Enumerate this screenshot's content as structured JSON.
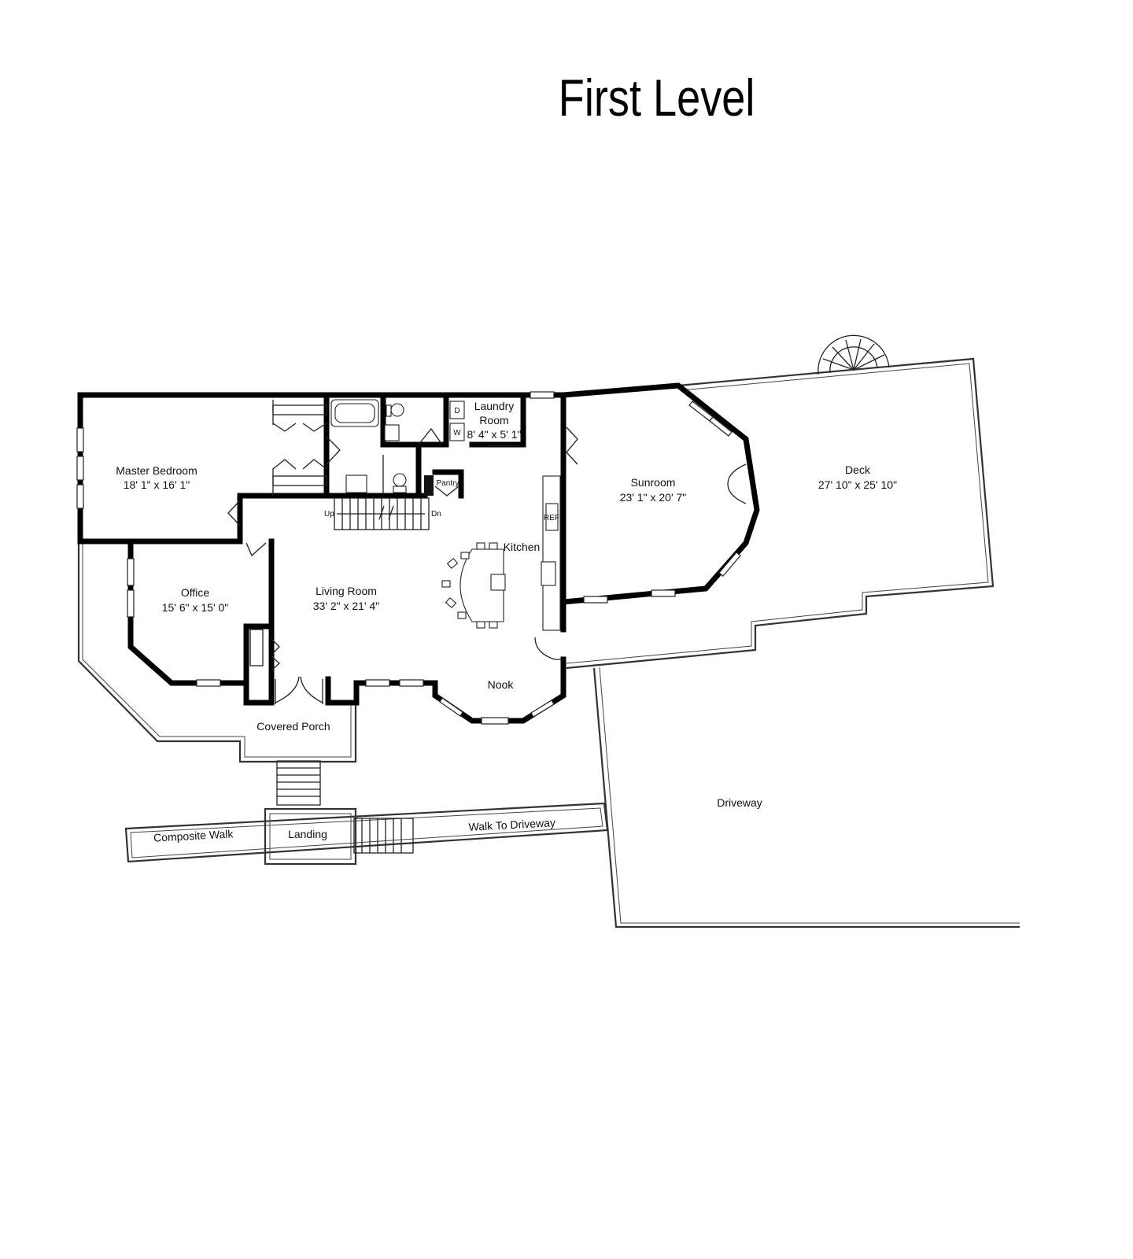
{
  "title": "First Level",
  "rooms": {
    "master_bedroom": {
      "name": "Master Bedroom",
      "dims": "18' 1\" x 16' 1\""
    },
    "office": {
      "name": "Office",
      "dims": "15' 6\" x 15' 0\""
    },
    "living_room": {
      "name": "Living Room",
      "dims": "33' 2\" x 21' 4\""
    },
    "laundry_room": {
      "name_line1": "Laundry",
      "name_line2": "Room",
      "dims": "8' 4\" x 5' 1\""
    },
    "sunroom": {
      "name": "Sunroom",
      "dims": "23' 1\" x 20' 7\""
    },
    "deck": {
      "name": "Deck",
      "dims": "27' 10\" x 25' 10\""
    },
    "kitchen": {
      "name": "Kitchen"
    },
    "nook": {
      "name": "Nook"
    },
    "pantry": {
      "name": "Pantry"
    },
    "covered_porch": {
      "name": "Covered Porch"
    },
    "landing": {
      "name": "Landing"
    },
    "composite_walk": {
      "name": "Composite Walk"
    },
    "walk_to_driveway": {
      "name": "Walk To Driveway"
    },
    "driveway": {
      "name": "Driveway"
    }
  },
  "fixtures": {
    "stairs_up": "Up",
    "stairs_down": "Dn",
    "refrigerator": "REF",
    "dryer": "D",
    "washer": "W"
  }
}
